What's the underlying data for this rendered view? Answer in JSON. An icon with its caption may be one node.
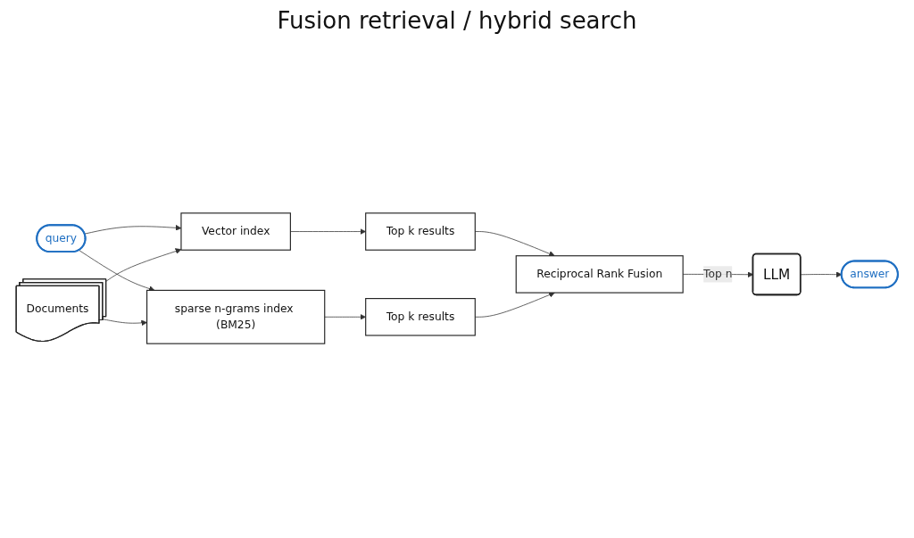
{
  "diagram": {
    "title": "Fusion retrieval / hybrid search",
    "nodes": [
      {
        "text": [
          "query"
        ]
      },
      {
        "text": [
          "Documents"
        ]
      },
      {
        "text": [
          "Vector index"
        ]
      },
      {
        "text": [
          "sparse n-grams index (BM25)"
        ]
      },
      {
        "text": [
          "Top k results"
        ]
      },
      {
        "text": [
          "Top k results"
        ]
      },
      {
        "text": [
          "Reciprocal Rank Fusion"
        ]
      },
      {
        "text": [
          "LLM"
        ]
      },
      {
        "text": [
          "answer"
        ]
      }
    ],
    "edges": [
      {
        "from": 0,
        "to": 2,
        "arrow": "to"
      },
      {
        "from": 0,
        "to": 3,
        "arrow": "to"
      },
      {
        "from": 1,
        "to": 2,
        "arrow": "to"
      },
      {
        "from": 1,
        "to": 3,
        "arrow": "to"
      },
      {
        "from": 2,
        "to": 4,
        "arrow": "to"
      },
      {
        "from": 3,
        "to": 5,
        "arrow": "to"
      },
      {
        "from": 4,
        "to": 6,
        "arrow": "to"
      },
      {
        "from": 5,
        "to": 6,
        "arrow": "to"
      },
      {
        "from": 6,
        "to": 7,
        "label": "Top n",
        "arrow": "to"
      },
      {
        "from": 7,
        "to": 8,
        "arrow": "to"
      }
    ]
  }
}
